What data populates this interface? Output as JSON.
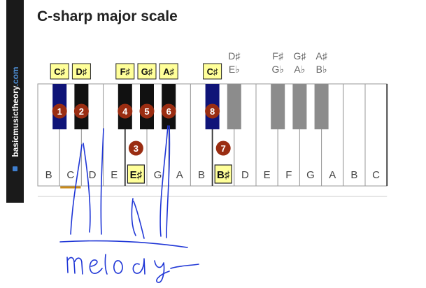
{
  "sidebar": {
    "site_name": "basicmusictheory",
    "site_tld": ".com"
  },
  "title": "C-sharp major scale",
  "white_keys": [
    {
      "label": "B",
      "highlighted": false
    },
    {
      "label": "C",
      "highlighted": false
    },
    {
      "label": "D",
      "highlighted": false
    },
    {
      "label": "E",
      "highlighted": false
    },
    {
      "label": "E♯",
      "highlighted": true,
      "degree": "3"
    },
    {
      "label": "G",
      "highlighted": false
    },
    {
      "label": "A",
      "highlighted": false
    },
    {
      "label": "B",
      "highlighted": false
    },
    {
      "label": "B♯",
      "highlighted": true,
      "degree": "7"
    },
    {
      "label": "D",
      "highlighted": false
    },
    {
      "label": "E",
      "highlighted": false
    },
    {
      "label": "F",
      "highlighted": false
    },
    {
      "label": "G",
      "highlighted": false
    },
    {
      "label": "A",
      "highlighted": false
    },
    {
      "label": "B",
      "highlighted": false
    },
    {
      "label": "C",
      "highlighted": false
    }
  ],
  "black_keys": [
    {
      "after_white": 1,
      "state": "blue",
      "label": "C♯",
      "degree": "1"
    },
    {
      "after_white": 2,
      "state": "black",
      "label": "D♯",
      "degree": "2"
    },
    {
      "after_white": 4,
      "state": "black",
      "label": "F♯",
      "degree": "4"
    },
    {
      "after_white": 5,
      "state": "black",
      "label": "G♯",
      "degree": "5"
    },
    {
      "after_white": 6,
      "state": "black",
      "label": "A♯",
      "degree": "6"
    },
    {
      "after_white": 8,
      "state": "blue",
      "label": "C♯",
      "degree": "8"
    },
    {
      "after_white": 9,
      "state": "grey",
      "label": "D♯",
      "alt": "E♭"
    },
    {
      "after_white": 11,
      "state": "grey",
      "label": "F♯",
      "alt": "G♭"
    },
    {
      "after_white": 12,
      "state": "grey",
      "label": "G♯",
      "alt": "A♭"
    },
    {
      "after_white": 13,
      "state": "grey",
      "label": "A♯",
      "alt": "B♭"
    }
  ],
  "handwriting": {
    "text": "melody"
  },
  "colors": {
    "key_blue": "#0f1478",
    "key_grey": "#8c8c8c",
    "label_box": "#ffff99",
    "degree_circle": "#9a2d12",
    "ink": "#1f36d6",
    "marker": "#c98a1a"
  }
}
